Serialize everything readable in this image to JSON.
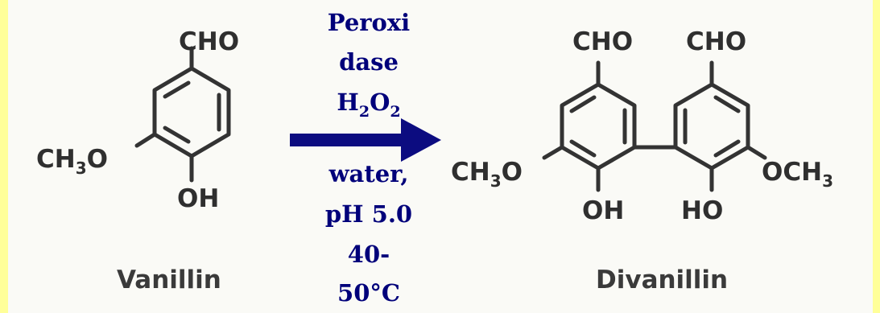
{
  "reactant": {
    "aldehyde": "CHO",
    "methoxy_main": "CH",
    "methoxy_sub": "3",
    "methoxy_tail": "O",
    "hydroxyl": "OH",
    "name": "Vanillin"
  },
  "conditions": {
    "enzyme_line1": "Peroxi",
    "enzyme_line2": "dase",
    "oxidant_h": "H",
    "oxidant_sub1": "2",
    "oxidant_o": "O",
    "oxidant_sub2": "2",
    "solvent": "water,",
    "ph": "pH 5.0",
    "temp_line1": "40-",
    "temp_line2": "50°C"
  },
  "product": {
    "aldehyde_left": "CHO",
    "aldehyde_right": "CHO",
    "methoxy_left_main": "CH",
    "methoxy_left_sub": "3",
    "methoxy_left_tail": "O",
    "methoxy_right_main": "OCH",
    "methoxy_right_sub": "3",
    "hydroxyl_left": "OH",
    "hydroxyl_right": "HO",
    "name": "Divanillin"
  },
  "colors": {
    "frame": "#ffff99",
    "panel": "#fafaf6",
    "arrow": "#0c0c80",
    "conditions_text": "#00007a",
    "structure": "#333333"
  }
}
